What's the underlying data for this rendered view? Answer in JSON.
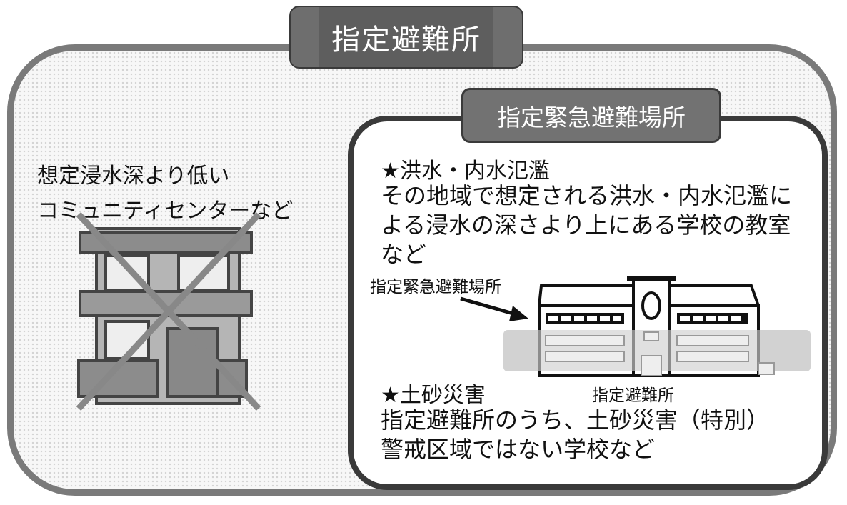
{
  "title": "指定避難所",
  "subtitle": "指定緊急避難場所",
  "left": {
    "lines": [
      "想定浸水深より低い",
      "コミュニティセンターなど"
    ]
  },
  "flood": {
    "heading": "★洪水・内水氾濫",
    "lines": [
      "その地域で想定される洪水・内水氾濫に",
      "よる浸水の深さより上にある学校の教室",
      "など"
    ]
  },
  "illustration": {
    "arrow_label": "指定緊急避難場所",
    "building_label": "指定避難所"
  },
  "sediment": {
    "heading": "★土砂災害",
    "lines": [
      "指定避難所のうち、土砂災害（特別）",
      "警戒区域ではない学校など"
    ]
  }
}
